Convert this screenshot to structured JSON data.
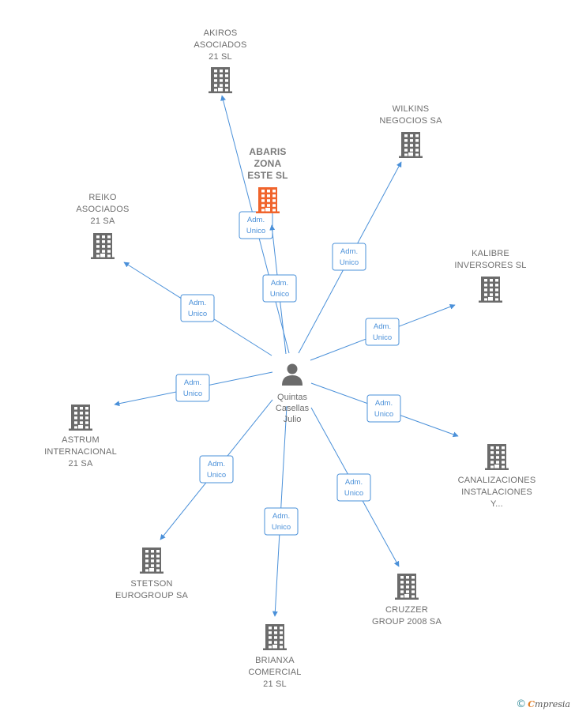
{
  "person": {
    "name_lines": [
      "Quintas",
      "Casellas",
      "Julio"
    ],
    "icon": "person-icon"
  },
  "edge_label_lines": [
    "Adm.",
    "Unico"
  ],
  "colors": {
    "edge": "#4a90d9",
    "building": "#6b6b6b",
    "focus_building": "#f0642c"
  },
  "companies": [
    {
      "id": "akiros",
      "label_lines": [
        "AKIROS",
        "ASOCIADOS",
        "21 SL"
      ],
      "focus": false
    },
    {
      "id": "abaris",
      "label_lines": [
        "ABARIS",
        "ZONA",
        "ESTE SL"
      ],
      "focus": true
    },
    {
      "id": "wilkins",
      "label_lines": [
        "WILKINS",
        "NEGOCIOS SA"
      ],
      "focus": false
    },
    {
      "id": "reiko",
      "label_lines": [
        "REIKO",
        "ASOCIADOS",
        "21 SA"
      ],
      "focus": false
    },
    {
      "id": "kalibre",
      "label_lines": [
        "KALIBRE",
        "INVERSORES SL"
      ],
      "focus": false
    },
    {
      "id": "astrum",
      "label_lines": [
        "ASTRUM",
        "INTERNACIONAL",
        "21 SA"
      ],
      "focus": false
    },
    {
      "id": "canalizaciones",
      "label_lines": [
        "CANALIZACIONES",
        "INSTALACIONES",
        "Y..."
      ],
      "focus": false
    },
    {
      "id": "stetson",
      "label_lines": [
        "STETSON",
        "EUROGROUP SA"
      ],
      "focus": false
    },
    {
      "id": "cruzzer",
      "label_lines": [
        "CRUZZER",
        "GROUP 2008 SA"
      ],
      "focus": false
    },
    {
      "id": "brianxa",
      "label_lines": [
        "BRIANXA",
        "COMERCIAL",
        "21 SL"
      ],
      "focus": false
    }
  ],
  "branding": {
    "copyright": "©",
    "brand_initial": "C",
    "brand_rest": "mpresia"
  }
}
